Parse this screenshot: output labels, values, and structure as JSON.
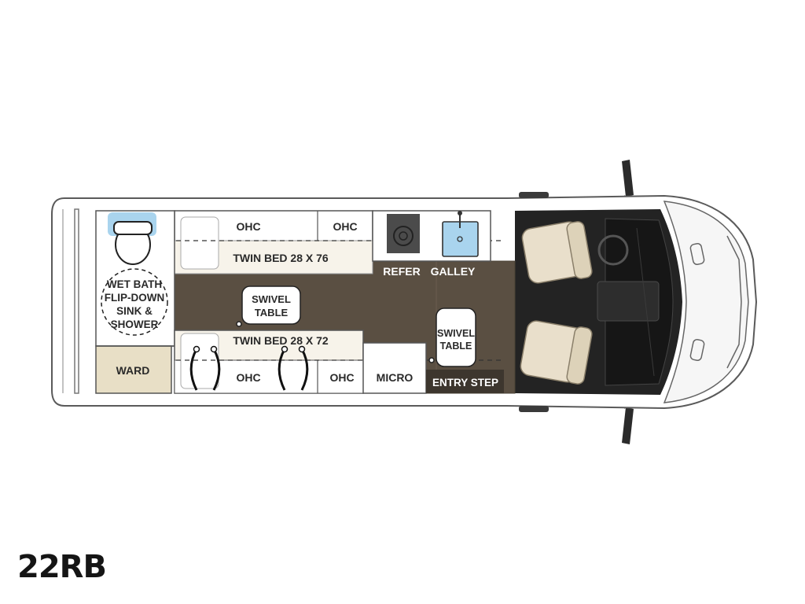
{
  "model_name": "22RB",
  "labels": {
    "ohc_top_left": "OHC",
    "ohc_top_right": "OHC",
    "twin_bed_top": "TWIN BED 28 X 76",
    "refer": "REFER",
    "galley": "GALLEY",
    "wet_bath": [
      "WET BATH",
      "FLIP-DOWN",
      "SINK &",
      "SHOWER"
    ],
    "swivel_table_left": [
      "SWIVEL",
      "TABLE"
    ],
    "swivel_table_right": [
      "SWIVEL",
      "TABLE"
    ],
    "twin_bed_bottom": "TWIN BED 28 X 72",
    "ward": "WARD",
    "ohc_bottom_left": "OHC",
    "ohc_bottom_right": "OHC",
    "micro": "MICRO",
    "entry_step": "ENTRY STEP"
  },
  "colors": {
    "floor": "#5a4f42",
    "cab": "#232323",
    "seat": "#e9dfcb",
    "ward": "#e8dfc6",
    "fixture_blue": "#a9d4ee"
  }
}
